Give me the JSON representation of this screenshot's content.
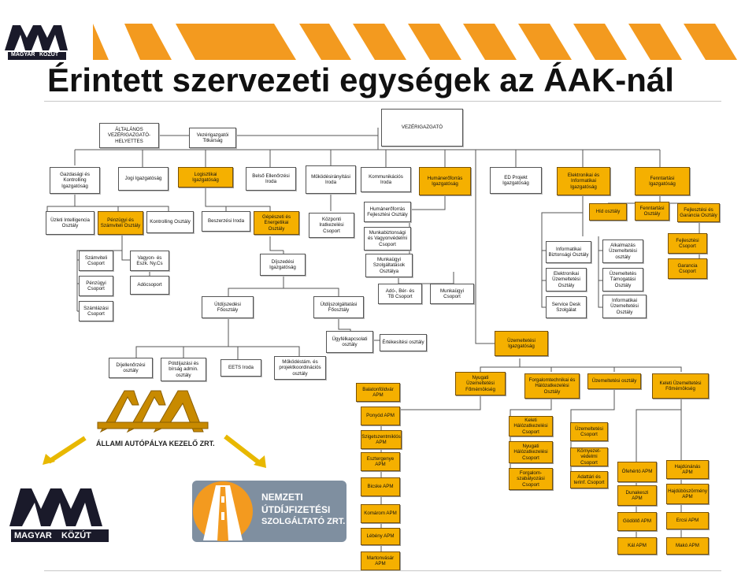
{
  "header": {
    "title": "Érintett szervezeti egységek az ÁAK-nál",
    "logo_top_text_1": "MAGYAR",
    "logo_top_text_2": "KÖZÚT"
  },
  "colors": {
    "accent_orange": "#f39a1f",
    "box_yellow": "#f5b000",
    "logo_dark": "#1a1a2a",
    "nut_gray": "#7f8fa0"
  },
  "logos": {
    "aak_text": "ÁLLAMI AUTÓPÁLYA KEZELŐ ZRT.",
    "nut_line1": "NEMZETI",
    "nut_line2": "ÚTDÍJFIZETÉSI",
    "nut_line3": "SZOLGÁLTATÓ ZRT.",
    "mk_text_1": "MAGYAR",
    "mk_text_2": "KÖZÚT"
  },
  "org": {
    "vezerigazgato": "VEZÉRIGAZGATÓ",
    "altalanos_helyettes": "ÁLTALÁNOS\nVEZÉRIGAZGATÓ-\nHELYETTES",
    "titkarsag": "Vezérigazgatói\nTitkárság",
    "gazdasagi": "Gazdasági és\nKontrolling\nIgazgatóság",
    "jogi": "Jogi Igazgatóság",
    "logisztikai": "Logisztikai Igazgatóság",
    "belso_ellenorzesi": "Belső Ellenőrzési\nIroda",
    "mukodesiranyitasi": "Működésirányítási\nIroda",
    "kommunikacios": "Kommunikációs\nIroda",
    "humaneroforras_ig": "Humánerőforrás\nIgazgatóság",
    "ed_projekt": "ED Projekt\nIgazgatóság",
    "elektronikai_ig": "Elektronikai és\nInformatikai\nIgazgatóság",
    "fenntartasi_ig": "Fenntartási\nIgazgatóság",
    "uzleti_intelligencia": "Üzleti Intelligencia\nOsztály",
    "penzugyi_szamviteli": "Pénzügyi és\nSzámviteli Osztály",
    "kontrolling_osztaly": "Kontrolling Osztály",
    "beszerzesi_iroda": "Beszerzési Iroda",
    "gepeszeti": "Gépészeti és\nEnergetikai\nOsztály",
    "kozponti_iratkezelesi": "Központi\nIratkezelési\nCsoport",
    "humaneroforras_fejl": "Humánerőforrás\nFejlesztési Osztály",
    "munkabiztonsagi": "Munkabiztonsági\nés Vagyonvédelmi\nCsoport",
    "munkaugyi_szolg": "Munkaügyi\nSzolgáltatások\nOsztálya",
    "ado_ber": "Adó-, Bér- és\nTB Csoport",
    "munkaugyi_csoport": "Munkaügyi\nCsoport",
    "hid_osztaly": "Híd osztály",
    "fenntartasi_osztaly": "Fenntartási\nOsztály",
    "fejlesztesi_garancia": "Fejlesztési és\nGarancia Osztály",
    "fejlesztesi_csoport": "Fejlesztési\nCsoport",
    "garancia_csoport": "Garancia\nCsoport",
    "informatikai_bizt": "Informatikai\nBiztonsági Osztály",
    "elektronikai_uzem": "Elektronikai\nÜzemeltetési\nOsztály",
    "service_desk": "Service Desk\nSzolgálat",
    "alkalmazas_uzem": "Alkalmazás\nÜzemeltetési\nosztály",
    "uzemeltetes_tamogatasi": "Üzemeltetés\nTámogatási\nOsztály",
    "informatikai_uzem": "Informatikai\nÜzemeltetési\nOsztály",
    "szamviteli_csoport": "Számviteli\nCsoport",
    "vagyon_eszk": "Vagyon- és\nEszk. Ny.Cs",
    "penzugyi_csoport": "Pénzügyi\nCsoport",
    "adocsoport": "Adócsoport",
    "szamlazasi_csoport": "Számlázási\nCsoport",
    "dijszedesi_ig": "Díjszedési\nIgazgatóság",
    "utdijszedesi": "Útdíjszedési\nFőosztály",
    "utdijszolgaltatasi": "Útdíjszolgáltatási\nFőosztály",
    "ugyfelkapcsolati": "Ügyfélkapcsolati\nosztály",
    "ertekesitesi": "Értékesítési osztály",
    "dijellenorzesi": "Díjellenőrzési\nosztály",
    "potdijazasi": "Pótdíjazási és\nbírság admin.\nosztály",
    "eets_iroda": "EETS Iroda",
    "mukodestam": "Működéstám. és\nprojektkoordinációs\nosztály",
    "uzemeltetesi_ig": "Üzemeltetési\nIgazgatóság",
    "nyugati_uzem": "Nyugati\nÜzemeltetési\nFőmérnökség",
    "forgalomtechnikai": "Forgalomtechnikai és\nHálózatkezelési\nOsztály",
    "uzemeltetesi_osztaly": "Üzemeltetési osztály",
    "keleti_uzem": "Keleti Üzemeltetési\nFőmérnökség",
    "balatonfoldvar": "Balatonföldvár\nAPM",
    "ponyod": "Ponyód APM",
    "szigetszentmiklos": "Szigetszentmiklós\nAPM",
    "esztergenye": "Esztergenye\nAPM",
    "bicske": "Bicske APM",
    "komarom": "Komárom APM",
    "lebeny": "Lébény APM",
    "martonvasar": "Martonvásár\nAPM",
    "keleti_halozat": "Keleti\nHálózatkezelési\nCsoport",
    "nyugati_halozat": "Nyugati\nHálózatkezelési\nCsoport",
    "forgalomszab": "Forgalom-\nszabályozási\nCsoport",
    "uzemeltetesi_csoport": "Üzemeltetési\nCsoport",
    "kornyezetvedelmi": "Környezet-\nvédelmi Csoport",
    "adattari": "Adattári és\nterinf. Csoport",
    "ofeherto": "Ófehértó APM",
    "dunakeszi": "Dunakeszi\nAPM",
    "godollo": "Gödöllő APM",
    "kal": "Kál APM",
    "hajdunanas": "Hajdúnánás\nAPM",
    "hajduboszormeny": "Hajdúböszörmény\nAPM",
    "ercsi": "Ercsi APM",
    "mako": "Makó APM"
  }
}
